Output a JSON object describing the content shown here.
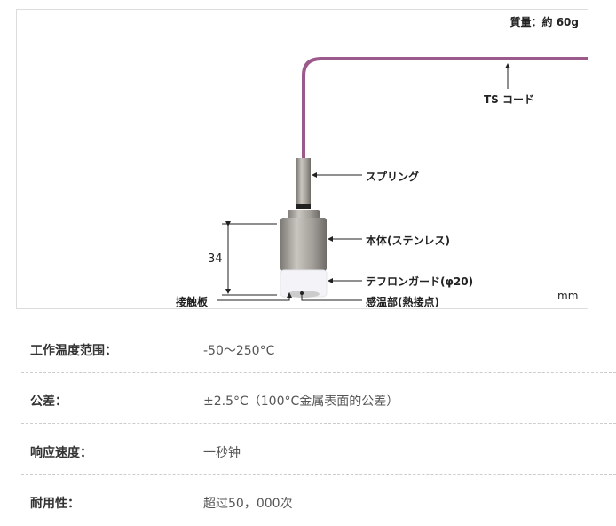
{
  "diagram": {
    "weight": "質量：約 60g",
    "cable": "TS コード",
    "spring": "スプリング",
    "body": "本体(ステンレス)",
    "guard": "テフロンガード(φ20)",
    "contact": "接触板",
    "sensor": "感温部(熱接点)",
    "dimension": "34",
    "unit": "mm",
    "colors": {
      "cable": "#9c5a8c",
      "steel": "#a8a29a",
      "teflon": "#f4f4f8"
    }
  },
  "specs": [
    {
      "label": "工作温度范围：",
      "value": "-50～250°C"
    },
    {
      "label": "公差：",
      "value": "±2.5°C（100°C金属表面的公差）"
    },
    {
      "label": "响应速度：",
      "value": "一秒钟"
    },
    {
      "label": "耐用性：",
      "value": "超过50，000次"
    }
  ]
}
